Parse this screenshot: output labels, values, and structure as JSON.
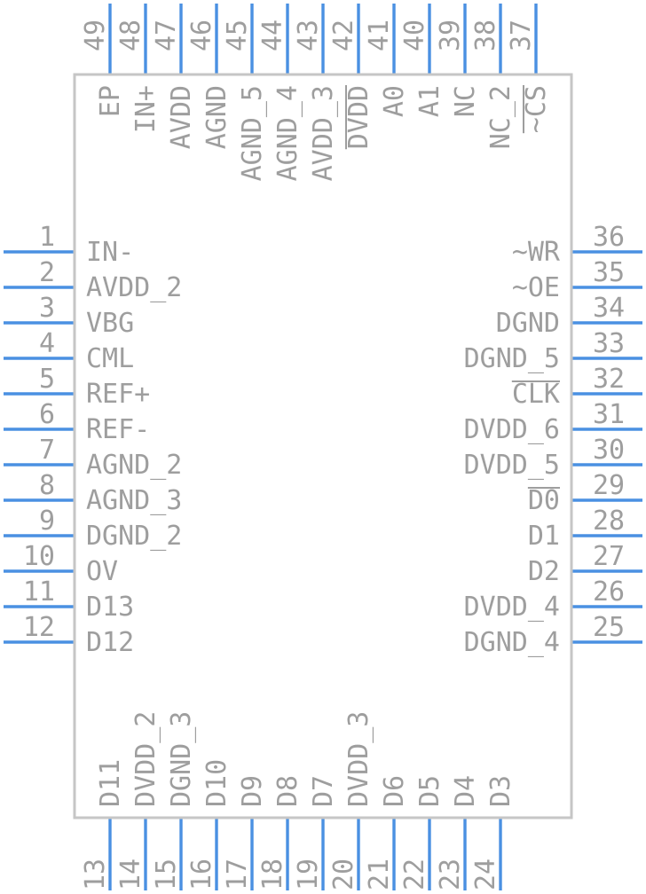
{
  "component": {
    "body_color": "#c6c6c6",
    "pin_color": "#4a90e2",
    "text_color": "#9e9e9e",
    "background": "#ffffff"
  },
  "pins": {
    "left": [
      {
        "number": "1",
        "name": "IN-"
      },
      {
        "number": "2",
        "name": "AVDD_2"
      },
      {
        "number": "3",
        "name": "VBG"
      },
      {
        "number": "4",
        "name": "CML"
      },
      {
        "number": "5",
        "name": "REF+"
      },
      {
        "number": "6",
        "name": "REF-"
      },
      {
        "number": "7",
        "name": "AGND_2"
      },
      {
        "number": "8",
        "name": "AGND_3"
      },
      {
        "number": "9",
        "name": "DGND_2"
      },
      {
        "number": "10",
        "name": "OV"
      },
      {
        "number": "11",
        "name": "D13"
      },
      {
        "number": "12",
        "name": "D12"
      }
    ],
    "bottom": [
      {
        "number": "13",
        "name": "D11"
      },
      {
        "number": "14",
        "name": "DVDD_2"
      },
      {
        "number": "15",
        "name": "DGND_3"
      },
      {
        "number": "16",
        "name": "D10"
      },
      {
        "number": "17",
        "name": "D9"
      },
      {
        "number": "18",
        "name": "D8"
      },
      {
        "number": "19",
        "name": "D7"
      },
      {
        "number": "20",
        "name": "DVDD_3"
      },
      {
        "number": "21",
        "name": "D6"
      },
      {
        "number": "22",
        "name": "D5"
      },
      {
        "number": "23",
        "name": "D4"
      },
      {
        "number": "24",
        "name": "D3"
      }
    ],
    "right": [
      {
        "number": "36",
        "name": "~WR"
      },
      {
        "number": "35",
        "name": "~OE"
      },
      {
        "number": "34",
        "name": "DGND"
      },
      {
        "number": "33",
        "name": "DGND_5"
      },
      {
        "number": "32",
        "name": "CLK",
        "overbar": true
      },
      {
        "number": "31",
        "name": "DVDD_6"
      },
      {
        "number": "30",
        "name": "DVDD_5"
      },
      {
        "number": "29",
        "name": "D0",
        "overbar": true
      },
      {
        "number": "28",
        "name": "D1"
      },
      {
        "number": "27",
        "name": "D2"
      },
      {
        "number": "26",
        "name": "DVDD_4"
      },
      {
        "number": "25",
        "name": "DGND_4"
      }
    ],
    "top": [
      {
        "number": "49",
        "name": "EP"
      },
      {
        "number": "48",
        "name": "IN+"
      },
      {
        "number": "47",
        "name": "AVDD"
      },
      {
        "number": "46",
        "name": "AGND"
      },
      {
        "number": "45",
        "name": "AGND_5"
      },
      {
        "number": "44",
        "name": "AGND_4"
      },
      {
        "number": "43",
        "name": "AVDD_3"
      },
      {
        "number": "42",
        "name": "DVDD",
        "overbar": true
      },
      {
        "number": "41",
        "name": "A0"
      },
      {
        "number": "40",
        "name": "A1"
      },
      {
        "number": "39",
        "name": "NC"
      },
      {
        "number": "38",
        "name": "NC_2"
      },
      {
        "number": "37",
        "name": "~CS",
        "overbar": true
      }
    ]
  }
}
